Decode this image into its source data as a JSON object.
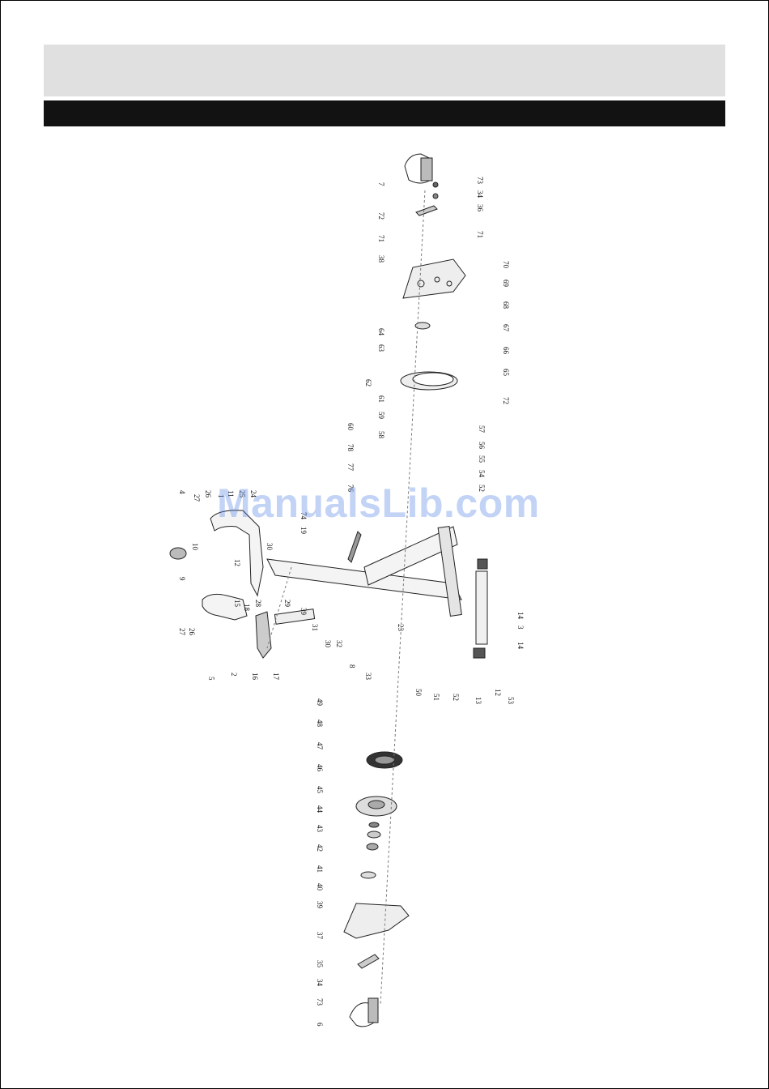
{
  "header": {
    "background": "#e0e0e0"
  },
  "title_bar": {
    "background": "#121212"
  },
  "watermark": {
    "text": "ManualsLib.com",
    "color": "#5082e6"
  },
  "diagram": {
    "kind": "exploded parts view",
    "part_labels": [
      "7",
      "73",
      "34",
      "36",
      "72",
      "71",
      "71",
      "38",
      "70",
      "69",
      "68",
      "64",
      "63",
      "67",
      "66",
      "62",
      "61",
      "65",
      "59",
      "72",
      "57",
      "56",
      "55",
      "54",
      "60",
      "58",
      "78",
      "52",
      "77",
      "76",
      "4",
      "27",
      "26",
      "1",
      "11",
      "25",
      "24",
      "10",
      "12",
      "30",
      "74",
      "19",
      "9",
      "15",
      "18",
      "28",
      "29",
      "39",
      "27",
      "26",
      "5",
      "2",
      "16",
      "17",
      "31",
      "30",
      "32",
      "8",
      "23",
      "33",
      "50",
      "51",
      "52",
      "13",
      "12",
      "53",
      "14",
      "3",
      "14",
      "49",
      "48",
      "47",
      "46",
      "45",
      "44",
      "43",
      "42",
      "41",
      "40",
      "39",
      "37",
      "35",
      "34",
      "73",
      "6"
    ]
  }
}
